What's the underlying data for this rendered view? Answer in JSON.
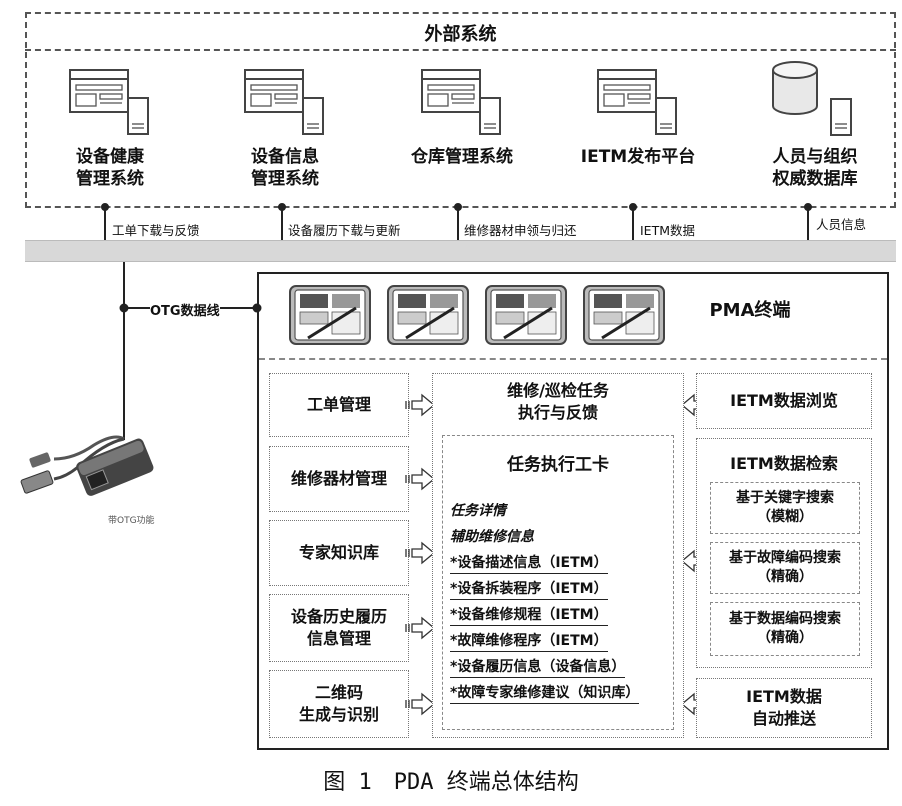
{
  "external": {
    "title": "外部系统",
    "systems": [
      {
        "line1": "设备健康",
        "line2": "管理系统",
        "icon": "computer-icon"
      },
      {
        "line1": "设备信息",
        "line2": "管理系统",
        "icon": "computer-icon"
      },
      {
        "line1": "仓库管理系统",
        "line2": "",
        "icon": "computer-icon"
      },
      {
        "line1": "IETM发布平台",
        "line2": "",
        "icon": "computer-icon"
      },
      {
        "line1": "人员与组织",
        "line2": "权威数据库",
        "icon": "database-icon"
      }
    ]
  },
  "interfaces": [
    "工单下载与反馈",
    "设备履历下载与更新",
    "维修器材申领与归还",
    "IETM数据",
    "人员信息"
  ],
  "otg": {
    "label": "OTG数据线",
    "adapter_label": "带OTG功能"
  },
  "pma": {
    "title": "PMA终端",
    "left_modules": [
      {
        "line1": "工单管理",
        "line2": ""
      },
      {
        "line1": "维修器材管理",
        "line2": ""
      },
      {
        "line1": "专家知识库",
        "line2": ""
      },
      {
        "line1": "设备历史履历",
        "line2": "信息管理"
      },
      {
        "line1": "二维码",
        "line2": "生成与识别"
      }
    ],
    "center": {
      "title_line1": "维修/巡检任务",
      "title_line2": "执行与反馈",
      "card_title": "任务执行工卡",
      "items_italic": [
        "任务详情",
        "辅助维修信息"
      ],
      "items": [
        "*设备描述信息（IETM）",
        "*设备拆装程序（IETM）",
        "*设备维修规程（IETM）",
        "*故障维修程序（IETM）",
        "*设备履历信息（设备信息）",
        "*故障专家维修建议（知识库）"
      ]
    },
    "right": {
      "browse": "IETM数据浏览",
      "search_title": "IETM数据检索",
      "search_items": [
        {
          "line1": "基于关键字搜索",
          "line2": "（模糊）"
        },
        {
          "line1": "基于故障编码搜索",
          "line2": "（精确）"
        },
        {
          "line1": "基于数据编码搜索",
          "line2": "（精确）"
        }
      ],
      "push_line1": "IETM数据",
      "push_line2": "自动推送"
    }
  },
  "caption": "图 1　PDA 终端总体结构"
}
